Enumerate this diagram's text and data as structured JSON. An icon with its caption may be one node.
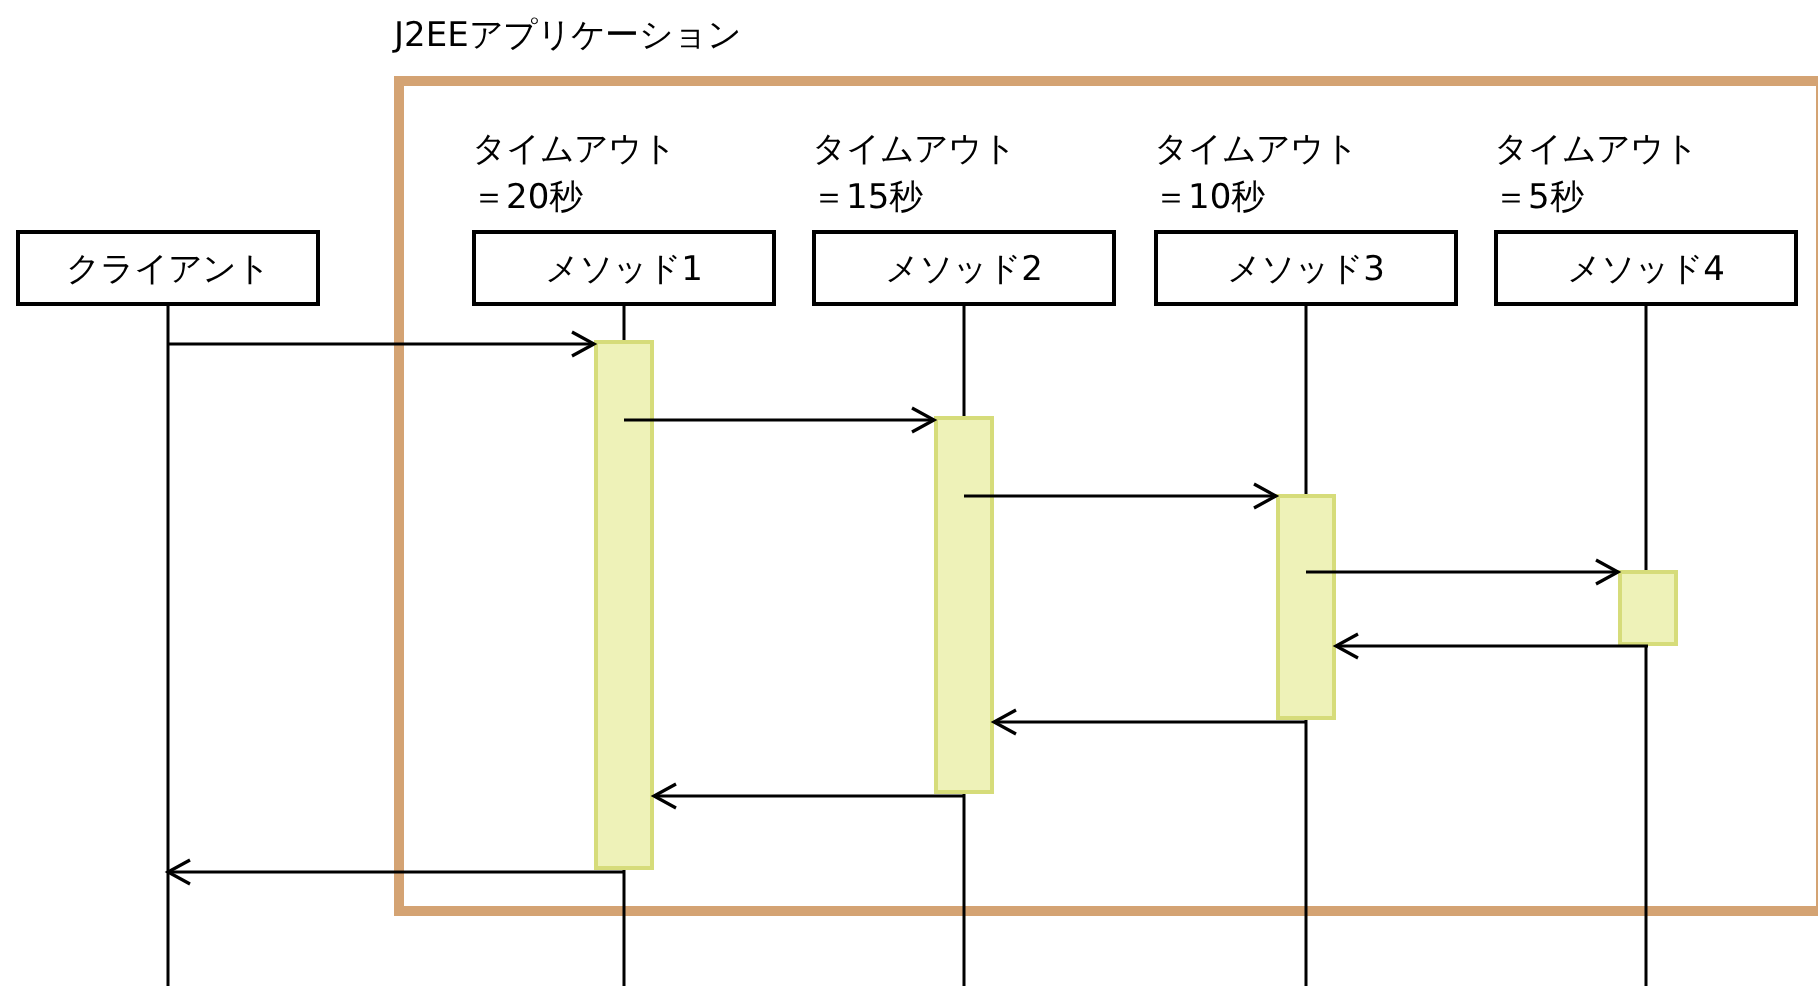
{
  "diagram": {
    "nodes": [
      {
        "text": [
          "J2EEアプリケーション"
        ]
      },
      {
        "text": [
          "クライアント"
        ]
      },
      {
        "text": [
          "メソッド1"
        ],
        "in": 0,
        "beside": [
          "タイムアウト＝20秒"
        ]
      },
      {
        "text": [
          "メソッド2"
        ],
        "in": 0,
        "beside": [
          "タイムアウト＝15秒"
        ]
      },
      {
        "text": [
          "メソッド3"
        ],
        "in": 0,
        "beside": [
          "タイムアウト＝10秒"
        ]
      },
      {
        "text": [
          "メソッド4"
        ],
        "in": 0,
        "beside": [
          "タイムアウト＝5秒"
        ]
      },
      {
        "text": [],
        "shape": "bar",
        "in": 0
      },
      {
        "text": [],
        "shape": "bar",
        "in": 0
      },
      {
        "text": [],
        "shape": "bar",
        "in": 0
      },
      {
        "text": [],
        "shape": "bar",
        "in": 0
      }
    ],
    "edges": [
      {
        "from": 1,
        "to": 6,
        "arrow": "to"
      },
      {
        "from": 6,
        "to": 7,
        "arrow": "to"
      },
      {
        "from": 7,
        "to": 8,
        "arrow": "to"
      },
      {
        "from": 8,
        "to": 9,
        "arrow": "to"
      },
      {
        "from": 9,
        "to": 8,
        "arrow": "to"
      },
      {
        "from": 8,
        "to": 7,
        "arrow": "to"
      },
      {
        "from": 7,
        "to": 6,
        "arrow": "to"
      },
      {
        "from": 6,
        "to": 1,
        "arrow": "to"
      }
    ]
  }
}
